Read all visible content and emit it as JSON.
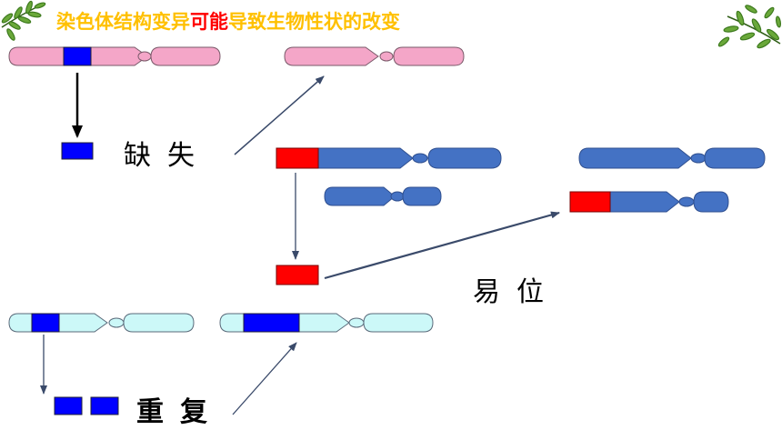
{
  "title": {
    "part1": "染色体结构变异",
    "highlight": "可能",
    "part2": "导致生物性状的改变"
  },
  "labels": {
    "deletion": "缺失",
    "translocation": "易位",
    "duplication": "重复"
  },
  "colors": {
    "pink": "#f4a6c8",
    "blue_chromosome": "#4472c4",
    "light_cyan": "#ccf8f8",
    "segment_blue": "#0000ff",
    "segment_red": "#ff0000",
    "title_yellow": "#ffc000",
    "title_red": "#ff0000"
  }
}
